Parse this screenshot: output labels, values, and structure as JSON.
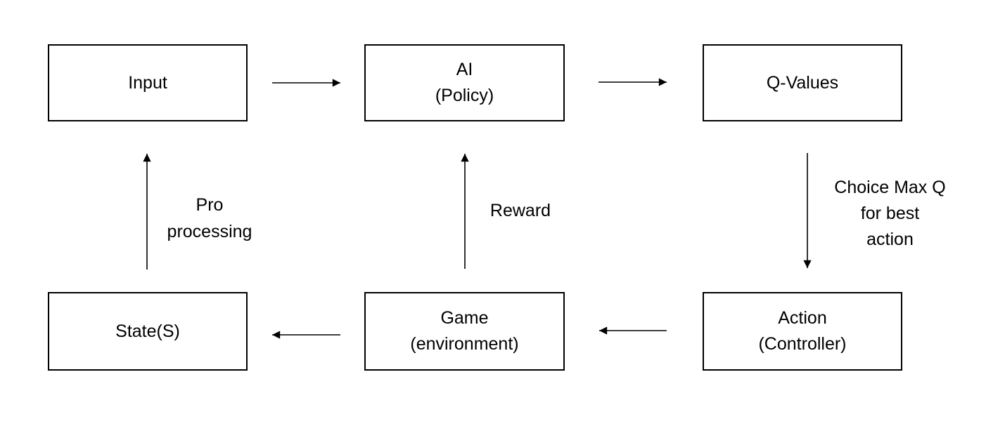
{
  "diagram": {
    "type": "flow-diagram",
    "boxes": {
      "input": {
        "label": "Input"
      },
      "ai": {
        "line1": "AI",
        "line2": "(Policy)"
      },
      "q_values": {
        "label": "Q-Values"
      },
      "state": {
        "label": "State(S)"
      },
      "game": {
        "line1": "Game",
        "line2": "(environment)"
      },
      "action": {
        "line1": "Action",
        "line2": "(Controller)"
      }
    },
    "edge_labels": {
      "preprocessing": {
        "line1": "Pro",
        "line2": "processing"
      },
      "reward": {
        "label": "Reward"
      },
      "choice_max_q": {
        "line1": "Choice Max Q",
        "line2": "for best",
        "line3": "action"
      }
    },
    "edges": [
      {
        "from": "input",
        "to": "ai",
        "direction": "right"
      },
      {
        "from": "ai",
        "to": "q_values",
        "direction": "right"
      },
      {
        "from": "q_values",
        "to": "action",
        "direction": "down",
        "label": "Choice Max Q for best action"
      },
      {
        "from": "action",
        "to": "game",
        "direction": "left"
      },
      {
        "from": "game",
        "to": "state",
        "direction": "left"
      },
      {
        "from": "state",
        "to": "input",
        "direction": "up",
        "label": "Pro processing"
      },
      {
        "from": "game",
        "to": "ai",
        "direction": "up",
        "label": "Reward"
      }
    ],
    "colors": {
      "line": "#000000",
      "box_border": "#000000",
      "text": "#000000",
      "background": "#ffffff"
    }
  }
}
